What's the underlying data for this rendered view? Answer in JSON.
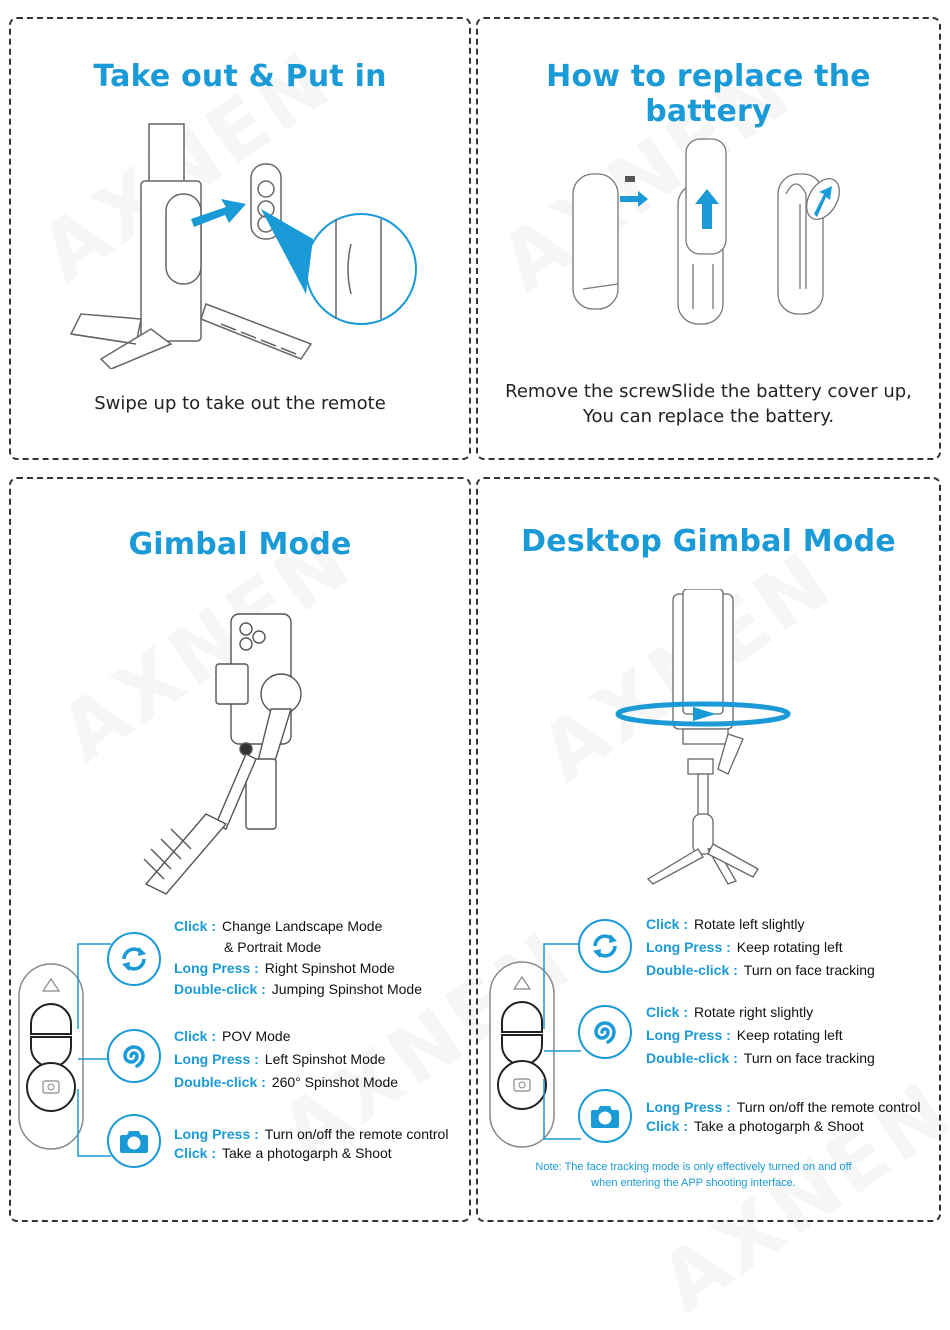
{
  "brand_watermark": "AXNEN",
  "colors": {
    "accent": "#1a9ad6",
    "text": "#111111",
    "border": "#333333"
  },
  "panels": {
    "take_out": {
      "title": "Take out & Put in",
      "caption": "Swipe up to take out the remote"
    },
    "battery": {
      "title": "How to replace the battery",
      "caption_line1": "Remove the screwSlide the battery cover up,",
      "caption_line2": "You can replace the battery."
    },
    "gimbal": {
      "title": "Gimbal Mode",
      "buttons": [
        {
          "icon": "rotate-icon",
          "lines": [
            {
              "key": "Click :",
              "value": "Change Landscape Mode"
            },
            {
              "key": "",
              "value": "& Portrait Mode"
            },
            {
              "key": "Long Press :",
              "value": "Right Spinshot Mode"
            },
            {
              "key": "Double-click :",
              "value": "Jumping Spinshot Mode"
            }
          ]
        },
        {
          "icon": "spiral-icon",
          "lines": [
            {
              "key": "Click :",
              "value": "POV Mode"
            },
            {
              "key": "Long Press :",
              "value": "Left  Spinshot Mode"
            },
            {
              "key": "Double-click :",
              "value": "260° Spinshot Mode"
            }
          ]
        },
        {
          "icon": "camera-icon",
          "lines": [
            {
              "key": "Long Press :",
              "value": "Turn on/off the remote control"
            },
            {
              "key": "Click :",
              "value": "Take a photogarph & Shoot"
            }
          ]
        }
      ]
    },
    "desktop": {
      "title": "Desktop Gimbal Mode",
      "buttons": [
        {
          "icon": "rotate-icon",
          "lines": [
            {
              "key": "Click :",
              "value": "Rotate left slightly"
            },
            {
              "key": "Long Press :",
              "value": "Keep rotating left"
            },
            {
              "key": "Double-click :",
              "value": "Turn on face tracking"
            }
          ]
        },
        {
          "icon": "spiral-icon",
          "lines": [
            {
              "key": "Click :",
              "value": "Rotate right slightly"
            },
            {
              "key": "Long Press :",
              "value": "Keep rotating left"
            },
            {
              "key": "Double-click :",
              "value": "Turn on face tracking"
            }
          ]
        },
        {
          "icon": "camera-icon",
          "lines": [
            {
              "key": "Long Press :",
              "value": "Turn on/off the remote control"
            },
            {
              "key": "Click :",
              "value": "Take a photogarph & Shoot"
            }
          ]
        }
      ],
      "note_line1": "Note: The face tracking mode is only effectively turned on and off",
      "note_line2": "when entering the APP shooting interface."
    }
  }
}
